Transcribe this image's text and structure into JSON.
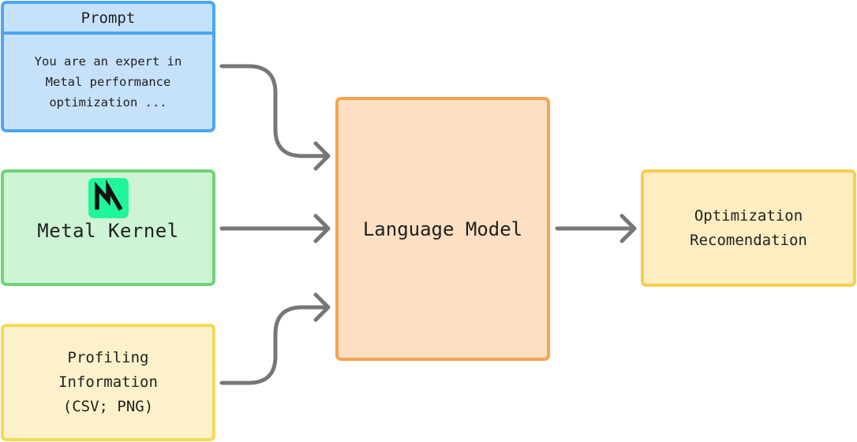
{
  "prompt": {
    "title": "Prompt",
    "body_lines": [
      "You are an expert in",
      "Metal performance",
      "optimization ..."
    ]
  },
  "kernel": {
    "label": "Metal Kernel",
    "logo_icon": "metal-logo-icon"
  },
  "profiling": {
    "lines": [
      "Profiling",
      "Information",
      "(CSV; PNG)"
    ]
  },
  "model": {
    "label": "Language Model"
  },
  "output": {
    "lines": [
      "Optimization",
      "Recomendation"
    ]
  },
  "colors": {
    "prompt_fill": "#c6e2fb",
    "prompt_border": "#4ba6f2",
    "kernel_fill": "#cdf4d4",
    "kernel_border": "#6fd376",
    "profiling_fill": "#fdf1cb",
    "profiling_border": "#f5d955",
    "model_fill": "#fde0c3",
    "model_border": "#f5a34f",
    "output_fill": "#fdedc0",
    "output_border": "#f5cf4e",
    "arrow": "#777777",
    "logo_bg": "#1ff59b"
  }
}
